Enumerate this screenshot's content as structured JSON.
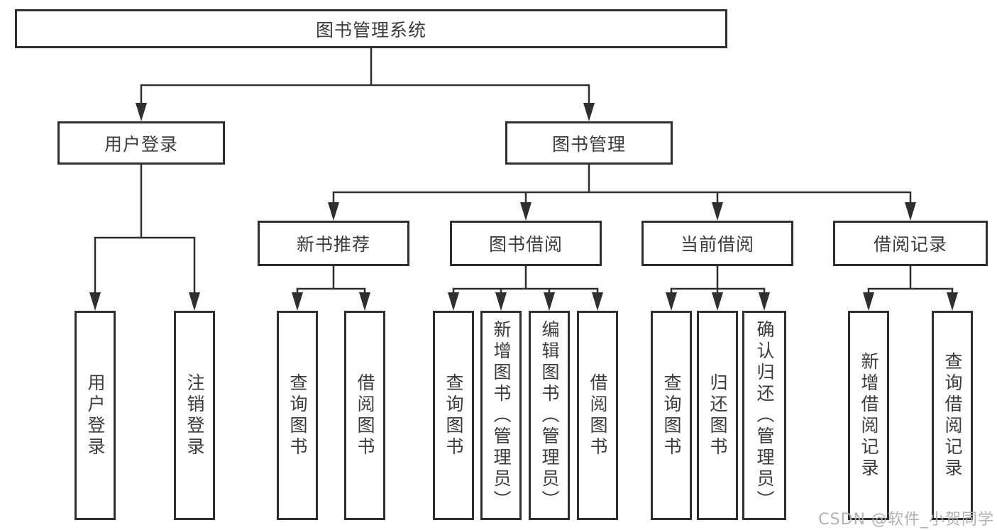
{
  "diagram": {
    "title": "图书管理系统",
    "watermark": "CSDN @软件_小贺同学",
    "colors": {
      "line": "#2f2f2f",
      "text": "#3c3c3c",
      "watermark": "#aeaeae",
      "background": "#ffffff"
    },
    "nodes": [
      {
        "id": "root",
        "label": "图书管理系统",
        "parent": null
      },
      {
        "id": "user-login",
        "label": "用户登录",
        "parent": "root"
      },
      {
        "id": "book-mgmt",
        "label": "图书管理",
        "parent": "root"
      },
      {
        "id": "ul-login",
        "label": "用户登录",
        "parent": "user-login"
      },
      {
        "id": "ul-logout",
        "label": "注销登录",
        "parent": "user-login"
      },
      {
        "id": "new-book-rec",
        "label": "新书推荐",
        "parent": "book-mgmt"
      },
      {
        "id": "book-borrow",
        "label": "图书借阅",
        "parent": "book-mgmt"
      },
      {
        "id": "current-borrow",
        "label": "当前借阅",
        "parent": "book-mgmt"
      },
      {
        "id": "borrow-records",
        "label": "借阅记录",
        "parent": "book-mgmt"
      },
      {
        "id": "nb-query",
        "label": "查询图书",
        "parent": "new-book-rec"
      },
      {
        "id": "nb-borrow",
        "label": "借阅图书",
        "parent": "new-book-rec"
      },
      {
        "id": "bb-query",
        "label": "查询图书",
        "parent": "book-borrow"
      },
      {
        "id": "bb-add",
        "label": "新增图书（管理员）",
        "parent": "book-borrow"
      },
      {
        "id": "bb-edit",
        "label": "编辑图书（管理员）",
        "parent": "book-borrow"
      },
      {
        "id": "bb-borrow",
        "label": "借阅图书",
        "parent": "book-borrow"
      },
      {
        "id": "cb-query",
        "label": "查询图书",
        "parent": "current-borrow"
      },
      {
        "id": "cb-return",
        "label": "归还图书",
        "parent": "current-borrow"
      },
      {
        "id": "cb-confirm",
        "label": "确认归还（管理员）",
        "parent": "current-borrow"
      },
      {
        "id": "br-add",
        "label": "新增借阅记录",
        "parent": "borrow-records"
      },
      {
        "id": "br-query",
        "label": "查询借阅记录",
        "parent": "borrow-records"
      }
    ]
  }
}
